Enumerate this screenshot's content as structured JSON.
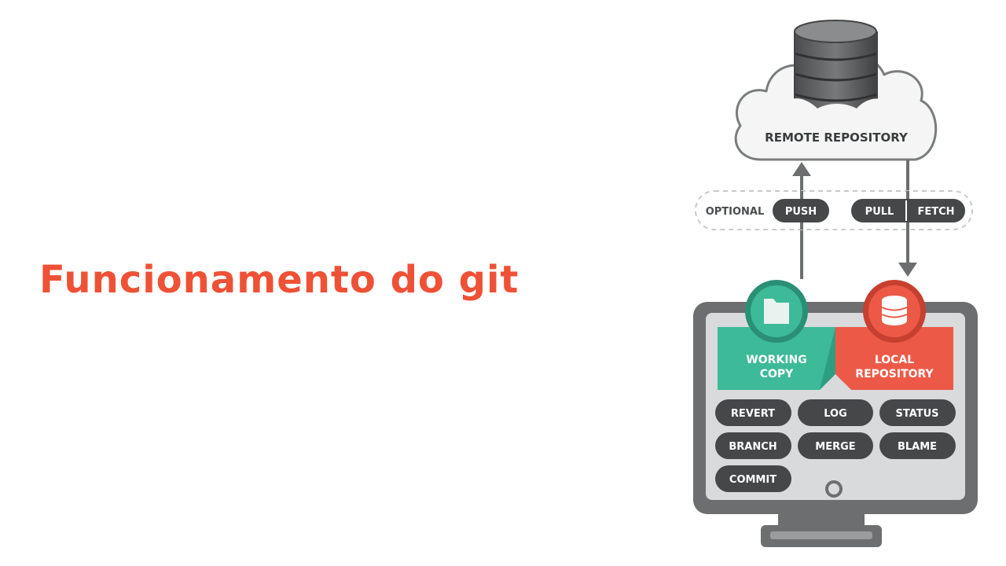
{
  "slide": {
    "title": "Funcionamento do git"
  },
  "diagram": {
    "remote_repository_label": "REMOTE REPOSITORY",
    "optional_label": "OPTIONAL",
    "push_label": "PUSH",
    "pull_label": "PULL",
    "fetch_label": "FETCH",
    "working_copy_line1": "WORKING",
    "working_copy_line2": "COPY",
    "local_repository_line1": "LOCAL",
    "local_repository_line2": "REPOSITORY",
    "commands": {
      "revert": "REVERT",
      "log": "LOG",
      "status": "STATUS",
      "branch": "BRANCH",
      "merge": "MERGE",
      "blame": "BLAME",
      "commit": "COMMIT"
    },
    "colors": {
      "title": "#ef5136",
      "working_copy": "#3dba98",
      "local_repository": "#ec5a47",
      "monitor": "#6c6e70",
      "pill": "#454749"
    }
  }
}
